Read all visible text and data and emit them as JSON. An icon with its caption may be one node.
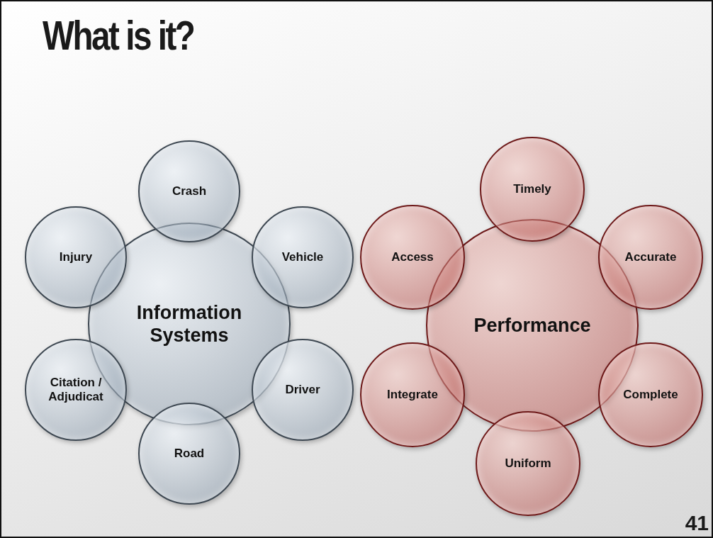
{
  "diagram": {
    "title": "What is it?",
    "nodes": [
      {
        "text": [
          "Information Systems"
        ]
      },
      {
        "text": [
          "Crash"
        ]
      },
      {
        "text": [
          "Vehicle"
        ]
      },
      {
        "text": [
          "Driver"
        ]
      },
      {
        "text": [
          "Road"
        ]
      },
      {
        "text": [
          "Citation / Adjudicat"
        ]
      },
      {
        "text": [
          "Injury"
        ]
      },
      {
        "text": [
          "Performance"
        ]
      },
      {
        "text": [
          "Timely"
        ]
      },
      {
        "text": [
          "Accurate"
        ]
      },
      {
        "text": [
          "Complete"
        ]
      },
      {
        "text": [
          "Uniform"
        ]
      },
      {
        "text": [
          "Integrate"
        ]
      },
      {
        "text": [
          "Access"
        ]
      }
    ],
    "labels": [
      "41"
    ]
  }
}
